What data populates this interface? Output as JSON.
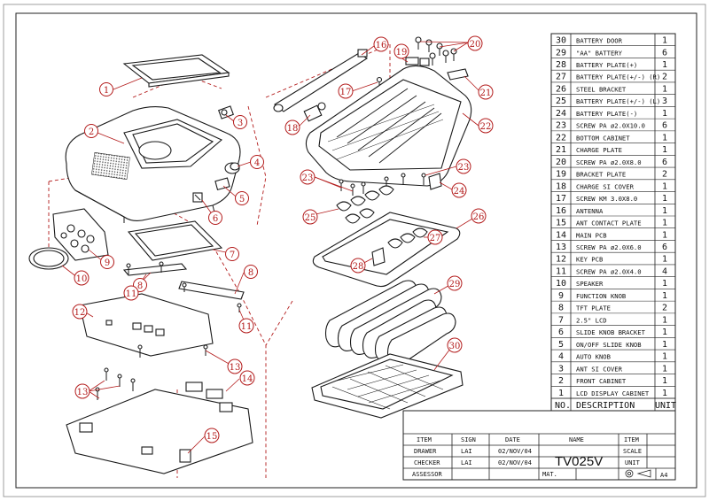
{
  "bom": {
    "rows": [
      {
        "no": "30",
        "desc": "BATTERY DOOR",
        "qty": "1"
      },
      {
        "no": "29",
        "desc": "\"AA\" BATTERY",
        "qty": "6"
      },
      {
        "no": "28",
        "desc": "BATTERY PLATE(+)",
        "qty": "1"
      },
      {
        "no": "27",
        "desc": "BATTERY PLATE(+/-) (R)",
        "qty": "2"
      },
      {
        "no": "26",
        "desc": "STEEL BRACKET",
        "qty": "1"
      },
      {
        "no": "25",
        "desc": "BATTERY PLATE(+/-) (L)",
        "qty": "3"
      },
      {
        "no": "24",
        "desc": "BATTERY PLATE(-)",
        "qty": "1"
      },
      {
        "no": "23",
        "desc": "SCREW PA ø2.0X10.0",
        "qty": "6"
      },
      {
        "no": "22",
        "desc": "BOTTOM CABINET",
        "qty": "1"
      },
      {
        "no": "21",
        "desc": "CHARGE PLATE",
        "qty": "1"
      },
      {
        "no": "20",
        "desc": "SCREW PA ø2.0X8.0",
        "qty": "6"
      },
      {
        "no": "19",
        "desc": "BRACKET PLATE",
        "qty": "2"
      },
      {
        "no": "18",
        "desc": "CHARGE SI COVER",
        "qty": "1"
      },
      {
        "no": "17",
        "desc": "SCREW KM 3.0X8.0",
        "qty": "1"
      },
      {
        "no": "16",
        "desc": "ANTENNA",
        "qty": "1"
      },
      {
        "no": "15",
        "desc": "ANT CONTACT PLATE",
        "qty": "1"
      },
      {
        "no": "14",
        "desc": "MAIN PCB",
        "qty": "1"
      },
      {
        "no": "13",
        "desc": "SCREW PA ø2.0X6.0",
        "qty": "6"
      },
      {
        "no": "12",
        "desc": "KEY PCB",
        "qty": "1"
      },
      {
        "no": "11",
        "desc": "SCREW PA ø2.0X4.0",
        "qty": "4"
      },
      {
        "no": "10",
        "desc": "SPEAKER",
        "qty": "1"
      },
      {
        "no": "9",
        "desc": "FUNCTION KNOB",
        "qty": "1"
      },
      {
        "no": "8",
        "desc": "TFT PLATE",
        "qty": "2"
      },
      {
        "no": "7",
        "desc": "2.5\" LCD",
        "qty": "1"
      },
      {
        "no": "6",
        "desc": "SLIDE KNOB BRACKET",
        "qty": "1"
      },
      {
        "no": "5",
        "desc": "ON/OFF SLIDE KNOB",
        "qty": "1"
      },
      {
        "no": "4",
        "desc": "AUTO KNOB",
        "qty": "1"
      },
      {
        "no": "3",
        "desc": "ANT SI COVER",
        "qty": "1"
      },
      {
        "no": "2",
        "desc": "FRONT CABINET",
        "qty": "1"
      },
      {
        "no": "1",
        "desc": "LCD DISPLAY CABINET",
        "qty": "1"
      }
    ],
    "header": {
      "no": "NO.",
      "desc": "DESCRIPTION",
      "unit": "UNIT"
    }
  },
  "title_block": {
    "col_item": "ITEM",
    "col_sign": "SIGN",
    "col_date": "DATE",
    "col_name": "NAME",
    "col_item2": "ITEM",
    "drawer": "DRAWER",
    "drawer_sign": "LAI",
    "drawer_date": "02/NOV/04",
    "checker": "CHECKER",
    "checker_sign": "LAI",
    "checker_date": "02/NOV/04",
    "assessor": "ASSESSOR",
    "model": "TV025V",
    "scale": "SCALE",
    "unit": "UNIT",
    "mat": "MAT.",
    "sheet_size": "A4"
  },
  "callouts": [
    "1",
    "2",
    "3",
    "4",
    "5",
    "6",
    "7",
    "8",
    "8",
    "9",
    "10",
    "11",
    "11",
    "12",
    "13",
    "13",
    "14",
    "15",
    "16",
    "17",
    "18",
    "19",
    "20",
    "21",
    "22",
    "23",
    "23",
    "24",
    "25",
    "26",
    "27",
    "28",
    "29",
    "30"
  ]
}
